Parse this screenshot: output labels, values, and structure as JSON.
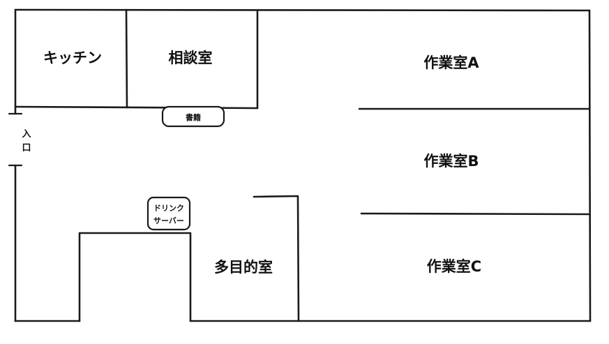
{
  "floorplan": {
    "rooms": {
      "kitchen": "キッチン",
      "consultation": "相談室",
      "workroom_a": "作業室A",
      "workroom_b": "作業室B",
      "workroom_c": "作業室C",
      "multipurpose": "多目的室"
    },
    "fixtures": {
      "books": "書籍",
      "drink_server_line1": "ドリンク",
      "drink_server_line2": "サーバー"
    },
    "entrance": {
      "char1": "入",
      "char2": "口"
    }
  },
  "colors": {
    "line": "#1a1a1a",
    "background": "#ffffff"
  }
}
